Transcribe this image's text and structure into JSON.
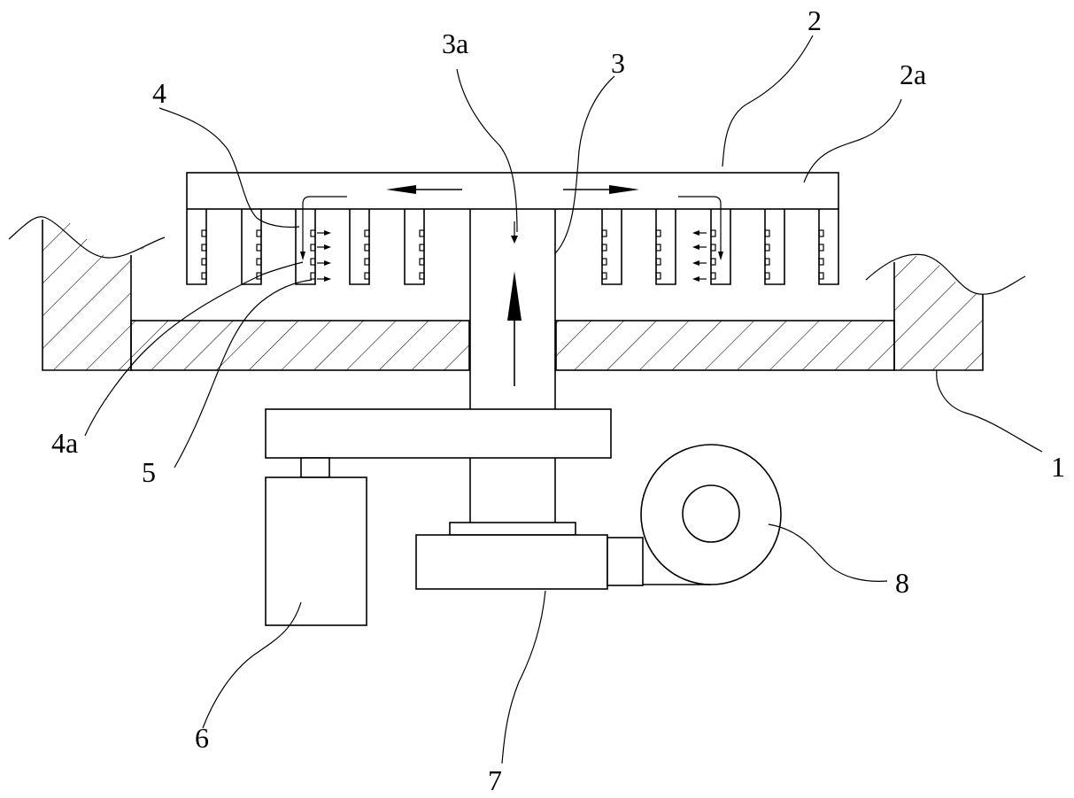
{
  "figure": {
    "labels": {
      "part_1": "1",
      "part_2": "2",
      "part_2a": "2a",
      "part_3": "3",
      "part_3a": "3a",
      "part_4": "4",
      "part_4a": "4a",
      "part_5": "5",
      "part_6": "6",
      "part_7": "7",
      "part_8": "8"
    }
  }
}
